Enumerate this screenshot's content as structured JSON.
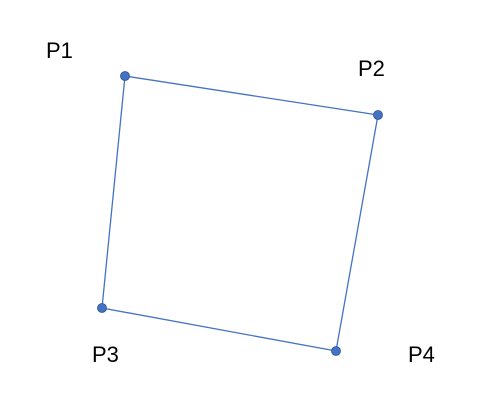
{
  "diagram": {
    "line_color": "#4472c4",
    "point_color": "#4472c4",
    "label_color": "#000000",
    "points": [
      {
        "id": "P1",
        "label": "P1"
      },
      {
        "id": "P2",
        "label": "P2"
      },
      {
        "id": "P3",
        "label": "P3"
      },
      {
        "id": "P4",
        "label": "P4"
      }
    ],
    "edges": [
      [
        "P1",
        "P2"
      ],
      [
        "P2",
        "P4"
      ],
      [
        "P4",
        "P3"
      ],
      [
        "P3",
        "P1"
      ]
    ]
  }
}
